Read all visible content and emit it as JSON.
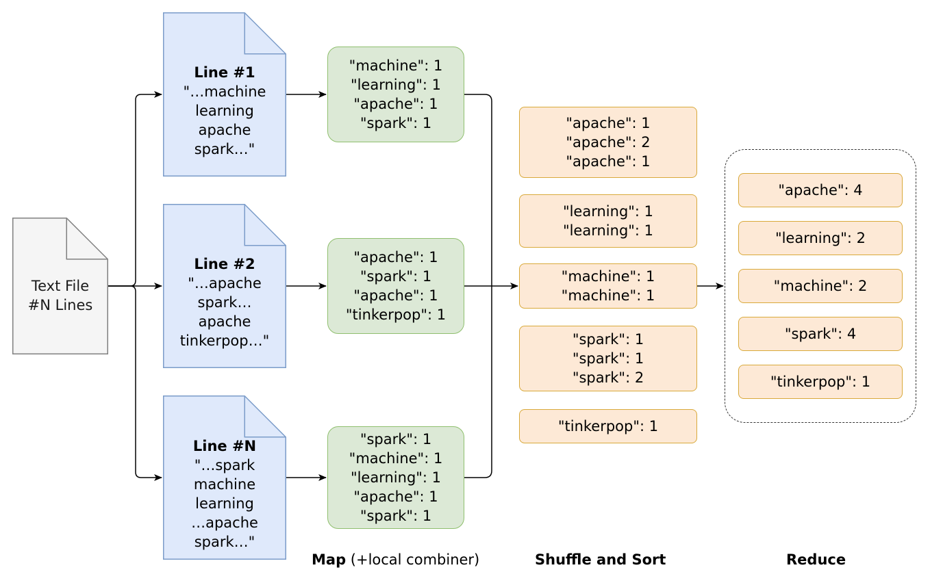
{
  "source_file": {
    "lines": [
      "Text File",
      "#N Lines"
    ]
  },
  "input_lines": [
    {
      "title": "Line #1",
      "lines": [
        "\"…machine",
        "learning",
        "apache",
        "spark…\""
      ]
    },
    {
      "title": "Line #2",
      "lines": [
        "\"…apache",
        "spark…",
        "apache",
        "tinkerpop…\""
      ]
    },
    {
      "title": "Line #N",
      "lines": [
        "\"…spark",
        "machine",
        "learning",
        "…apache",
        "spark…\""
      ]
    }
  ],
  "map_outputs": [
    {
      "pairs": [
        "\"machine\": 1",
        "\"learning\": 1",
        "\"apache\": 1",
        "\"spark\": 1"
      ]
    },
    {
      "pairs": [
        "\"apache\": 1",
        "\"spark\": 1",
        "\"apache\": 1",
        "\"tinkerpop\": 1"
      ]
    },
    {
      "pairs": [
        "\"spark\": 1",
        "\"machine\": 1",
        "\"learning\": 1",
        "\"apache\": 1",
        "\"spark\": 1"
      ]
    }
  ],
  "shuffle_groups": [
    {
      "pairs": [
        "\"apache\": 1",
        "\"apache\": 2",
        "\"apache\": 1"
      ]
    },
    {
      "pairs": [
        "\"learning\": 1",
        "\"learning\": 1"
      ]
    },
    {
      "pairs": [
        "\"machine\": 1",
        "\"machine\": 1"
      ]
    },
    {
      "pairs": [
        "\"spark\": 1",
        "\"spark\": 1",
        "\"spark\": 2"
      ]
    },
    {
      "pairs": [
        "\"tinkerpop\": 1"
      ]
    }
  ],
  "reduce_results": [
    "\"apache\": 4",
    "\"learning\": 2",
    "\"machine\": 2",
    "\"spark\": 4",
    "\"tinkerpop\": 1"
  ],
  "stages": {
    "map_bold": "Map",
    "map_rest": " (+local combiner)",
    "shuffle": "Shuffle and Sort",
    "reduce": "Reduce"
  },
  "colors": {
    "source_fill": "#f5f5f5",
    "source_stroke": "#808080",
    "line_fill": "#dfe9fb",
    "line_stroke": "#7b9cc9",
    "map_fill": "#dce9d6",
    "map_stroke": "#8fbf6e",
    "shuffle_fill": "#fde9d6",
    "shuffle_stroke": "#d9a93a",
    "edge": "#000000"
  }
}
